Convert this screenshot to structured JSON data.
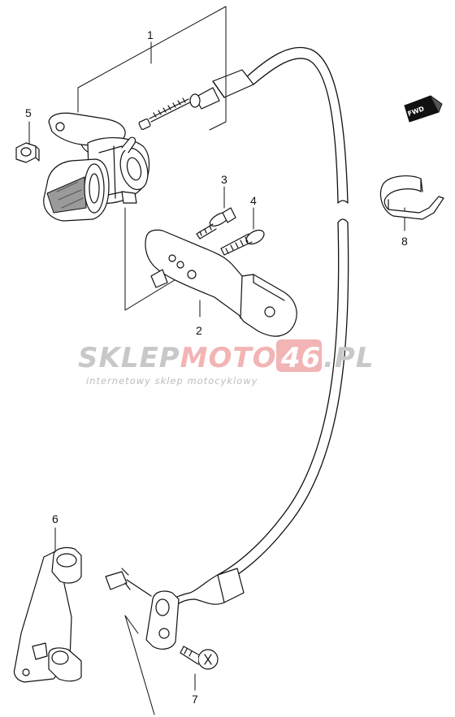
{
  "callouts": {
    "c1": "1",
    "c2": "2",
    "c3": "3",
    "c4": "4",
    "c5": "5",
    "c6": "6",
    "c7": "7",
    "c8": "8"
  },
  "fwd_badge": "FWD",
  "watermark": {
    "brand_gray_1": "SKLEP",
    "brand_red": "MOTO",
    "brand_boxed": "46",
    "brand_gray_2": ".PL",
    "tagline": "internetowy sklep motocyklowy"
  },
  "colors": {
    "line": "#111111",
    "watermark_gray": "#c8c8c8",
    "watermark_red": "#f2b4b4",
    "background": "#ffffff"
  }
}
